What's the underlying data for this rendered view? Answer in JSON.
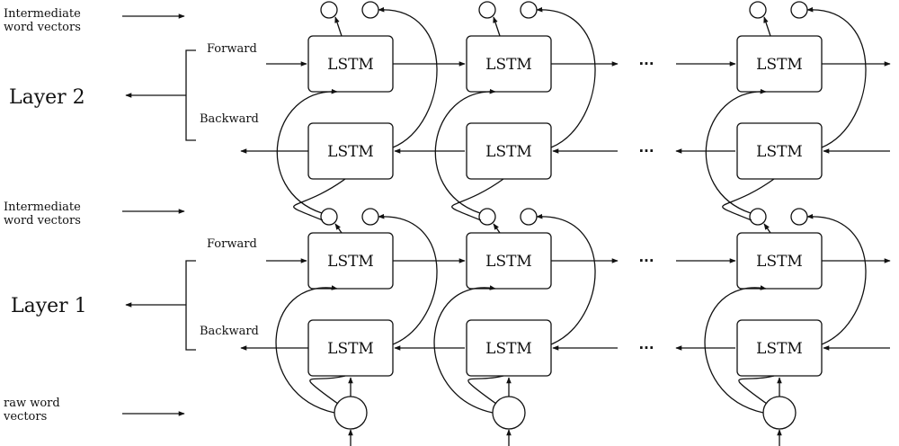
{
  "labels": {
    "intermediate_top": "Intermediate\nword vectors",
    "intermediate_mid": "Intermediate\nword vectors",
    "raw": "raw word\nvectors",
    "layer2": "Layer 2",
    "layer1": "Layer 1",
    "forward": "Forward",
    "backward": "Backward",
    "lstm": "LSTM",
    "ellipsis": "···"
  }
}
